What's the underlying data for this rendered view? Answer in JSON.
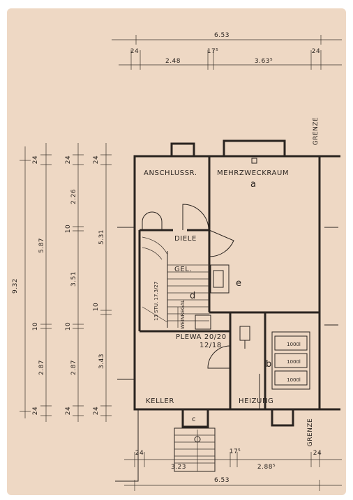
{
  "dimensions": {
    "top": {
      "total": "6.53",
      "left_wall": "24",
      "left_span": "2.48",
      "mid_wall": "17⁵",
      "right_span": "3.63⁵",
      "right_wall": "24"
    },
    "bottom": {
      "left_wall": "24",
      "left_span": "3.23",
      "mid_wall": "17⁵",
      "right_span": "2.88⁵",
      "right_wall": "24",
      "total": "6.53"
    },
    "left_outer": {
      "total": "9.32",
      "top_wall": "24",
      "upper": "5.87",
      "mid_wall": "10",
      "lower": "2.87",
      "bottom_wall": "24"
    },
    "left_mid": {
      "top_wall": "24",
      "a": "2.26",
      "w1": "10",
      "b": "3.51",
      "w2": "10",
      "c": "2.87",
      "bottom_wall": "24"
    },
    "left_inner": {
      "top_wall": "24",
      "a": "5.31",
      "w": "10",
      "b": "3.43",
      "bottom_wall": "24"
    }
  },
  "rooms": {
    "anschluss": "ANSCHLUSSR.",
    "mehrzweck": "MEHRZWECKRAUM",
    "mehrzweck_tag": "a",
    "diele": "DIELE",
    "gel": "GEL.",
    "stair_note": "13 STU. 17.3/27",
    "weinregal": "WEINREGAL",
    "d": "d",
    "e": "e",
    "b": "b",
    "c": "c",
    "plewa_1": "PLEWA 20/20",
    "plewa_2": "12/18",
    "keller": "KELLER",
    "heizung": "HEIZUNG",
    "tank_1": "1000l",
    "tank_2": "1000l",
    "tank_3": "1000l"
  },
  "boundary": {
    "top": "GRENZE",
    "bottom": "GRENZE"
  },
  "colors": {
    "paper": "#eed8c4",
    "ink": "#2a2420"
  }
}
